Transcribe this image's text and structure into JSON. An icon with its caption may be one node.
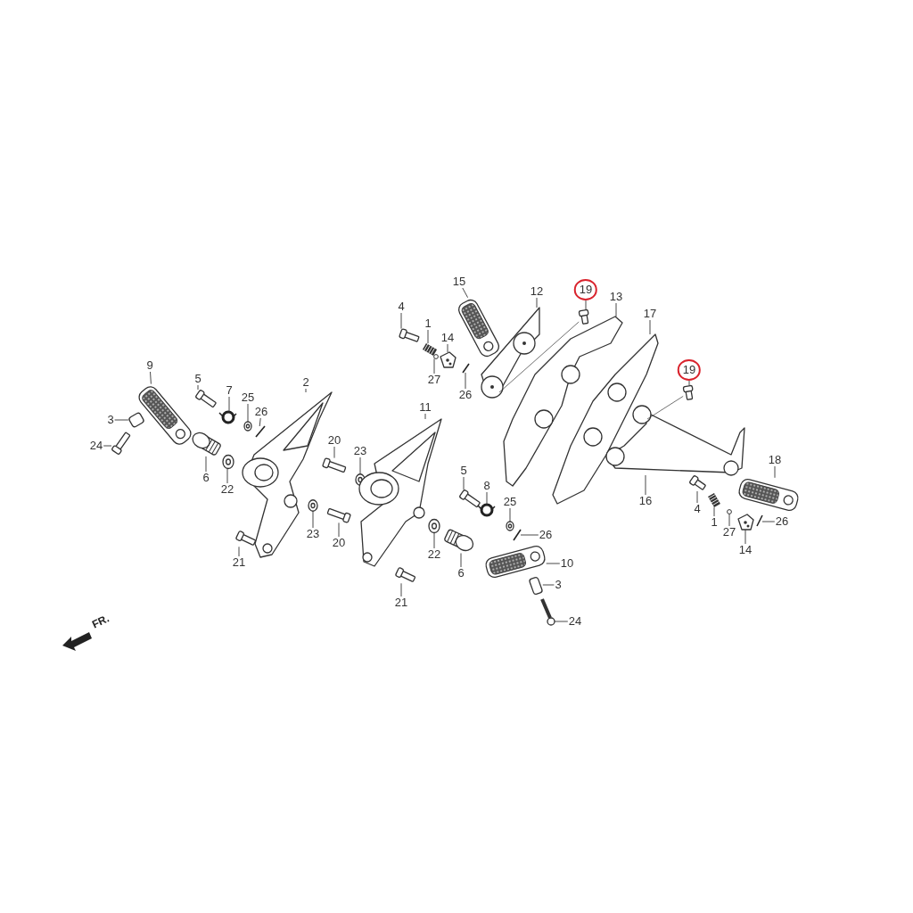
{
  "diagram": {
    "nodes": [
      {
        "text": [
          "9"
        ]
      },
      {
        "text": [
          "5"
        ]
      },
      {
        "text": [
          "7"
        ]
      },
      {
        "text": [
          "25"
        ]
      },
      {
        "text": [
          "26"
        ]
      },
      {
        "text": [
          "2"
        ]
      },
      {
        "text": [
          "3"
        ]
      },
      {
        "text": [
          "24"
        ]
      },
      {
        "text": [
          "6"
        ]
      },
      {
        "text": [
          "22"
        ]
      },
      {
        "text": [
          "20"
        ]
      },
      {
        "text": [
          "23"
        ]
      },
      {
        "text": [
          "23"
        ]
      },
      {
        "text": [
          "20"
        ]
      },
      {
        "text": [
          "21"
        ]
      },
      {
        "text": [
          "15"
        ]
      },
      {
        "text": [
          "4"
        ]
      },
      {
        "text": [
          "1"
        ]
      },
      {
        "text": [
          "14"
        ]
      },
      {
        "text": [
          "12"
        ]
      },
      {
        "text": [
          "19"
        ]
      },
      {
        "text": [
          "13"
        ]
      },
      {
        "text": [
          "27"
        ]
      },
      {
        "text": [
          "26"
        ]
      },
      {
        "text": [
          "11"
        ]
      },
      {
        "text": [
          "17"
        ]
      },
      {
        "text": [
          "19"
        ]
      },
      {
        "text": [
          "5"
        ]
      },
      {
        "text": [
          "8"
        ]
      },
      {
        "text": [
          "25"
        ]
      },
      {
        "text": [
          "26"
        ]
      },
      {
        "text": [
          "22"
        ]
      },
      {
        "text": [
          "6"
        ]
      },
      {
        "text": [
          "10"
        ]
      },
      {
        "text": [
          "3"
        ]
      },
      {
        "text": [
          "21"
        ]
      },
      {
        "text": [
          "24"
        ]
      },
      {
        "text": [
          "16"
        ]
      },
      {
        "text": [
          "18"
        ]
      },
      {
        "text": [
          "4"
        ]
      },
      {
        "text": [
          "1"
        ]
      },
      {
        "text": [
          "27"
        ]
      },
      {
        "text": [
          "26"
        ]
      },
      {
        "text": [
          "14"
        ]
      },
      {
        "text": [],
        "shape": "picture"
      },
      {
        "text": [],
        "shape": "bolt"
      },
      {
        "text": [],
        "shape": "spring"
      },
      {
        "text": [],
        "shape": "washer"
      },
      {
        "text": [],
        "shape": "pin"
      },
      {
        "text": [],
        "shape": "picture"
      },
      {
        "text": [],
        "shape": "cylinder"
      },
      {
        "text": [],
        "shape": "bolt"
      },
      {
        "text": [],
        "shape": "picture"
      },
      {
        "text": [],
        "shape": "washer"
      },
      {
        "text": [],
        "shape": "bolt"
      },
      {
        "text": [],
        "shape": "washer"
      },
      {
        "text": [],
        "shape": "washer"
      },
      {
        "text": [],
        "shape": "bolt"
      },
      {
        "text": [],
        "shape": "bolt"
      },
      {
        "text": [],
        "shape": "picture"
      },
      {
        "text": [],
        "shape": "bolt"
      },
      {
        "text": [],
        "shape": "spring"
      },
      {
        "text": [],
        "shape": "picture"
      },
      {
        "text": [],
        "shape": "picture"
      },
      {
        "text": [],
        "shape": "bolt"
      },
      {
        "text": [],
        "shape": "picture"
      },
      {
        "text": [],
        "shape": "circle"
      },
      {
        "text": [],
        "shape": "pin"
      },
      {
        "text": [],
        "shape": "picture"
      },
      {
        "text": [],
        "shape": "picture"
      },
      {
        "text": [],
        "shape": "bolt"
      },
      {
        "text": [],
        "shape": "bolt"
      },
      {
        "text": [],
        "shape": "spring"
      },
      {
        "text": [],
        "shape": "washer"
      },
      {
        "text": [],
        "shape": "pin"
      },
      {
        "text": [],
        "shape": "washer"
      },
      {
        "text": [],
        "shape": "picture"
      },
      {
        "text": [],
        "shape": "picture"
      },
      {
        "text": [],
        "shape": "cylinder"
      },
      {
        "text": [],
        "shape": "bolt"
      },
      {
        "text": [],
        "shape": "bolt"
      },
      {
        "text": [],
        "shape": "picture"
      },
      {
        "text": [],
        "shape": "picture"
      },
      {
        "text": [],
        "shape": "bolt"
      },
      {
        "text": [],
        "shape": "spring"
      },
      {
        "text": [],
        "shape": "circle"
      },
      {
        "text": [],
        "shape": "pin"
      },
      {
        "text": [],
        "shape": "picture"
      }
    ],
    "edges": [
      {
        "from": 0,
        "to": 44,
        "arrow": "none"
      },
      {
        "from": 1,
        "to": 45,
        "arrow": "none"
      },
      {
        "from": 2,
        "to": 46,
        "arrow": "none"
      },
      {
        "from": 3,
        "to": 47,
        "arrow": "none"
      },
      {
        "from": 4,
        "to": 48,
        "arrow": "none"
      },
      {
        "from": 5,
        "to": 49,
        "arrow": "none"
      },
      {
        "from": 6,
        "to": 50,
        "arrow": "none"
      },
      {
        "from": 7,
        "to": 51,
        "arrow": "none"
      },
      {
        "from": 8,
        "to": 52,
        "arrow": "none"
      },
      {
        "from": 9,
        "to": 53,
        "arrow": "none"
      },
      {
        "from": 10,
        "to": 54,
        "arrow": "none"
      },
      {
        "from": 11,
        "to": 55,
        "arrow": "none"
      },
      {
        "from": 12,
        "to": 56,
        "arrow": "none"
      },
      {
        "from": 13,
        "to": 57,
        "arrow": "none"
      },
      {
        "from": 14,
        "to": 58,
        "arrow": "none"
      },
      {
        "from": 15,
        "to": 59,
        "arrow": "none"
      },
      {
        "from": 16,
        "to": 60,
        "arrow": "none"
      },
      {
        "from": 17,
        "to": 61,
        "arrow": "none"
      },
      {
        "from": 18,
        "to": 62,
        "arrow": "none"
      },
      {
        "from": 19,
        "to": 63,
        "arrow": "none"
      },
      {
        "from": 20,
        "to": 64,
        "arrow": "none"
      },
      {
        "from": 21,
        "to": 65,
        "arrow": "none"
      },
      {
        "from": 22,
        "to": 66,
        "arrow": "none"
      },
      {
        "from": 23,
        "to": 67,
        "arrow": "none"
      },
      {
        "from": 24,
        "to": 68,
        "arrow": "none"
      },
      {
        "from": 25,
        "to": 69,
        "arrow": "none"
      },
      {
        "from": 26,
        "to": 70,
        "arrow": "none"
      },
      {
        "from": 27,
        "to": 71,
        "arrow": "none"
      },
      {
        "from": 28,
        "to": 72,
        "arrow": "none"
      },
      {
        "from": 29,
        "to": 73,
        "arrow": "none"
      },
      {
        "from": 30,
        "to": 74,
        "arrow": "none"
      },
      {
        "from": 31,
        "to": 75,
        "arrow": "none"
      },
      {
        "from": 32,
        "to": 76,
        "arrow": "none"
      },
      {
        "from": 33,
        "to": 77,
        "arrow": "none"
      },
      {
        "from": 34,
        "to": 78,
        "arrow": "none"
      },
      {
        "from": 35,
        "to": 79,
        "arrow": "none"
      },
      {
        "from": 36,
        "to": 80,
        "arrow": "none"
      },
      {
        "from": 37,
        "to": 81,
        "arrow": "none"
      },
      {
        "from": 38,
        "to": 82,
        "arrow": "none"
      },
      {
        "from": 39,
        "to": 83,
        "arrow": "none"
      },
      {
        "from": 40,
        "to": 84,
        "arrow": "none"
      },
      {
        "from": 41,
        "to": 85,
        "arrow": "none"
      },
      {
        "from": 42,
        "to": 86,
        "arrow": "none"
      },
      {
        "from": 43,
        "to": 87,
        "arrow": "none"
      },
      {
        "from": 64,
        "to": 63,
        "arrow": "none"
      },
      {
        "from": 70,
        "to": 81,
        "arrow": "none"
      }
    ],
    "labels": [
      "FR."
    ]
  }
}
